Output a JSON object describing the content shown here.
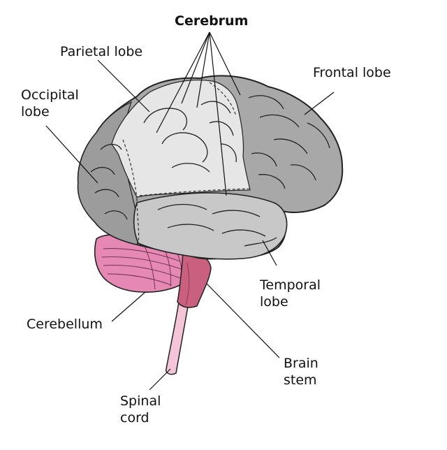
{
  "labels": {
    "cerebrum": "Cerebrum",
    "parietal_lobe": "Parietal lobe",
    "frontal_lobe": "Frontal lobe",
    "occipital_lobe_line1": "Occipital",
    "occipital_lobe_line2": "lobe",
    "temporal_lobe_line1": "Temporal",
    "temporal_lobe_line2": "lobe",
    "cerebellum": "Cerebellum",
    "brain_stem_line1": "Brain",
    "brain_stem_line2": "stem",
    "spinal_cord_line1": "Spinal",
    "spinal_cord_line2": "cord"
  },
  "colors": {
    "frontal": "#a8a8a8",
    "parietal": "#e6e6e6",
    "occipital": "#9c9c9c",
    "temporal": "#c8c8c8",
    "cerebellum": "#e588b4",
    "brain_stem": "#c9607f",
    "spinal_cord": "#f4c4d8",
    "outline": "#222222"
  }
}
